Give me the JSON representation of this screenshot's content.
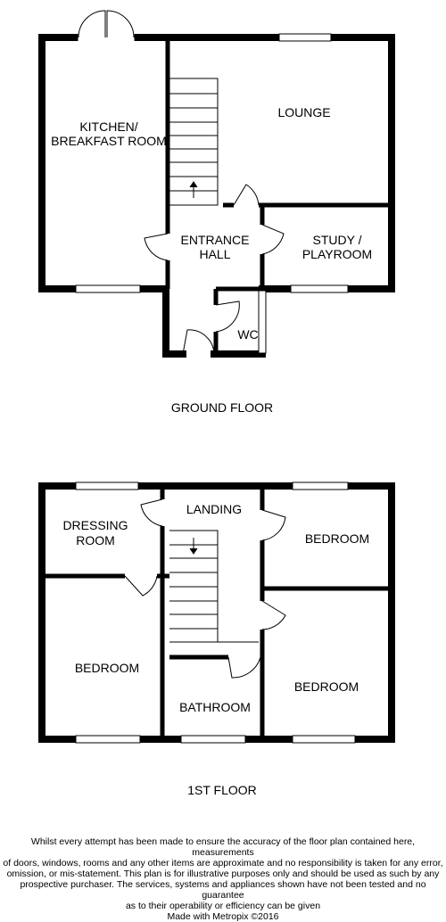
{
  "ground_floor": {
    "title": "GROUND FLOOR",
    "rooms": {
      "kitchen": [
        "KITCHEN/",
        "BREAKFAST ROOM"
      ],
      "lounge": "LOUNGE",
      "entrance": [
        "ENTRANCE",
        "HALL"
      ],
      "study": [
        "STUDY /",
        "PLAYROOM"
      ],
      "wc": "WC"
    }
  },
  "first_floor": {
    "title": "1ST FLOOR",
    "rooms": {
      "landing": "LANDING",
      "dressing": [
        "DRESSING",
        "ROOM"
      ],
      "bedroom_front": "BEDROOM",
      "bedroom_left": "BEDROOM",
      "bathroom": "BATHROOM",
      "bedroom_right": "BEDROOM"
    }
  },
  "disclaimer": [
    "Whilst every attempt has been made to ensure the accuracy of the floor plan contained here, measurements",
    "of doors, windows, rooms and any other items are approximate and no responsibility is taken for any error,",
    "omission, or mis-statement. This plan is for illustrative purposes only and should be used as such by any",
    "prospective purchaser. The services, systems and appliances shown have not been tested and no guarantee",
    "as to their operability or efficiency can be given",
    "Made with Metropix ©2016"
  ],
  "colors": {
    "wall": "#000000",
    "window": "#ffffff",
    "background": "#ffffff"
  }
}
